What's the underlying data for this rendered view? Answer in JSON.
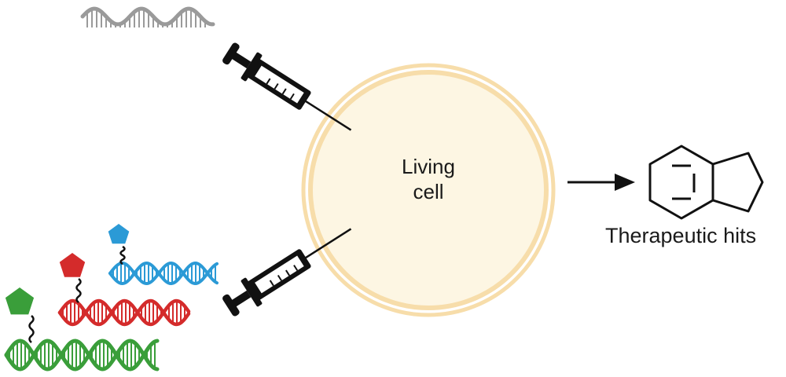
{
  "cell": {
    "label_line1": "Living",
    "label_line2": "cell",
    "fill": "#fdf6e3",
    "ring": "#f7ddaa"
  },
  "output": {
    "label": "Therapeutic hits",
    "icon": "indane-molecule-icon"
  },
  "inputs": {
    "rna_icon": "rna-strand-icon",
    "syringe_icon": "syringe-icon",
    "tagged_dna": [
      {
        "tag_icon": "pentagon-tag-icon",
        "color": "#2b9ad6"
      },
      {
        "tag_icon": "pentagon-tag-icon",
        "color": "#d42b2b"
      },
      {
        "tag_icon": "pentagon-tag-icon",
        "color": "#3a9e3a"
      }
    ]
  },
  "colors": {
    "rna": "#9a9a9a",
    "ink": "#111111"
  }
}
